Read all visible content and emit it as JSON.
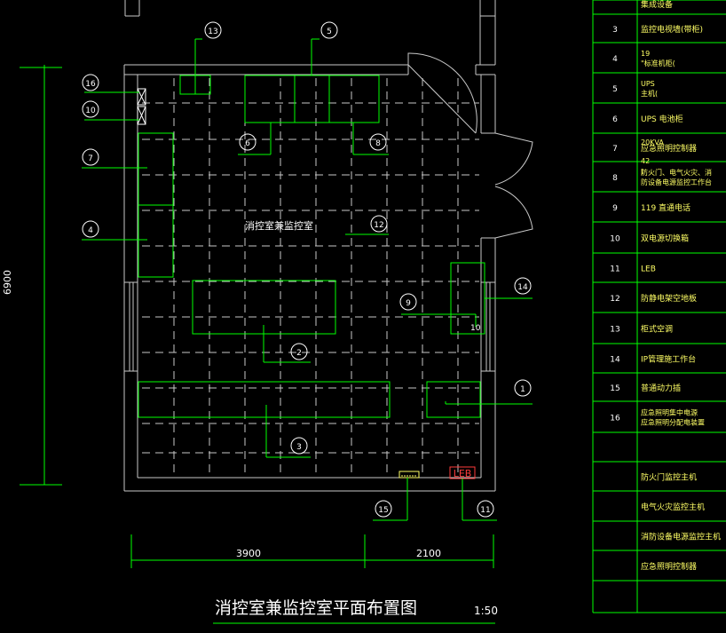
{
  "colors": {
    "background": "#000000",
    "line": "#ffffff",
    "equipment": "#00ff00",
    "grid": "#c8c8c8",
    "wall": "#c8c8c8",
    "cyan": "#00ffff",
    "red": "#ff3b3b",
    "yellow": "#ffff66"
  },
  "drawing": {
    "title": "消控室兼监控室平面布置图",
    "scale": "1:50",
    "room_label": "消控室兼监控室",
    "dimensions": {
      "height": "6900",
      "width_left": "3900",
      "width_right": "2100"
    },
    "callouts": [
      "13",
      "5",
      "16",
      "10",
      "7",
      "4",
      "6",
      "8",
      "12",
      "9",
      "14",
      "2",
      "1",
      "3",
      "15",
      "11"
    ],
    "small_label_10": "10",
    "leb_label": "LEB"
  },
  "legend": {
    "rows": [
      {
        "no": "",
        "name": "集成设备"
      },
      {
        "no": "3",
        "name": "监控电视墙(带柜)"
      },
      {
        "no": "4",
        "name": "19 \"标准机柜(          42"
      },
      {
        "no": "5",
        "name": "UPS 主机(     20KVA   )"
      },
      {
        "no": "6",
        "name": "UPS 电池柜"
      },
      {
        "no": "7",
        "name": "应急照明控制器"
      },
      {
        "no": "8",
        "name": "防火门、电气火灾、消防设备电源监控工作台"
      },
      {
        "no": "9",
        "name": "119   直通电话"
      },
      {
        "no": "10",
        "name": "双电源切换箱"
      },
      {
        "no": "11",
        "name": "LEB"
      },
      {
        "no": "12",
        "name": "防静电架空地板"
      },
      {
        "no": "13",
        "name": "柜式空调"
      },
      {
        "no": "14",
        "name": "IP管理施工作台"
      },
      {
        "no": "15",
        "name": "普通动力插"
      },
      {
        "no": "16",
        "name": "应急照明集中电源 应急照明分配电装置"
      },
      {
        "no": "",
        "name": ""
      },
      {
        "no": "",
        "name": "防火门监控主机"
      },
      {
        "no": "",
        "name": "电气火灾监控主机"
      },
      {
        "no": "",
        "name": "消防设备电源监控主机"
      },
      {
        "no": "",
        "name": "应急照明控制器"
      },
      {
        "no": "",
        "name": ""
      }
    ]
  }
}
